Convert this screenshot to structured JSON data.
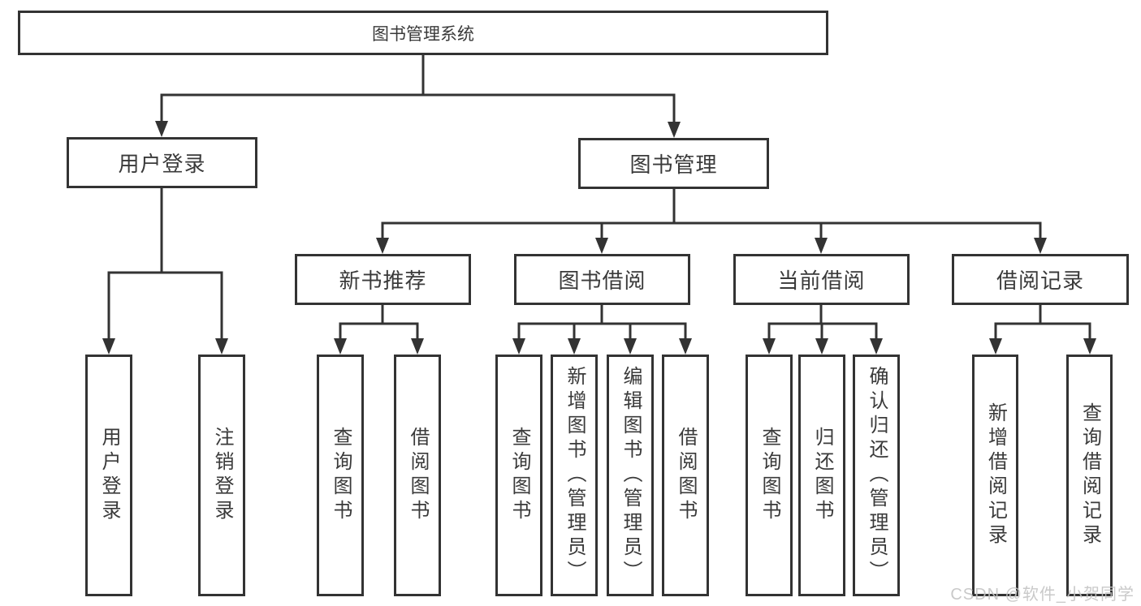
{
  "diagram": {
    "root": {
      "label": "图书管理系统"
    },
    "level1": [
      {
        "label": "用户登录"
      },
      {
        "label": "图书管理"
      }
    ],
    "level2": [
      {
        "label": "新书推荐"
      },
      {
        "label": "图书借阅"
      },
      {
        "label": "当前借阅"
      },
      {
        "label": "借阅记录"
      }
    ],
    "leaves": {
      "login": [
        {
          "label": "用户登录"
        },
        {
          "label": "注销登录"
        }
      ],
      "recommend": [
        {
          "label": "查询图书"
        },
        {
          "label": "借阅图书"
        }
      ],
      "borrow": [
        {
          "label": "查询图书"
        },
        {
          "label": "新增图书（管理员）"
        },
        {
          "label": "编辑图书（管理员）"
        },
        {
          "label": "借阅图书"
        }
      ],
      "current": [
        {
          "label": "查询图书"
        },
        {
          "label": "归还图书"
        },
        {
          "label": "确认归还（管理员）"
        }
      ],
      "records": [
        {
          "label": "新增借阅记录"
        },
        {
          "label": "查询借阅记录"
        }
      ]
    },
    "watermark": "CSDN @软件_小贺同学",
    "colors": {
      "line": "#333333",
      "text": "#3a3a3a",
      "watermark": "#c4c4c4",
      "box_bg": "#ffffff"
    }
  }
}
